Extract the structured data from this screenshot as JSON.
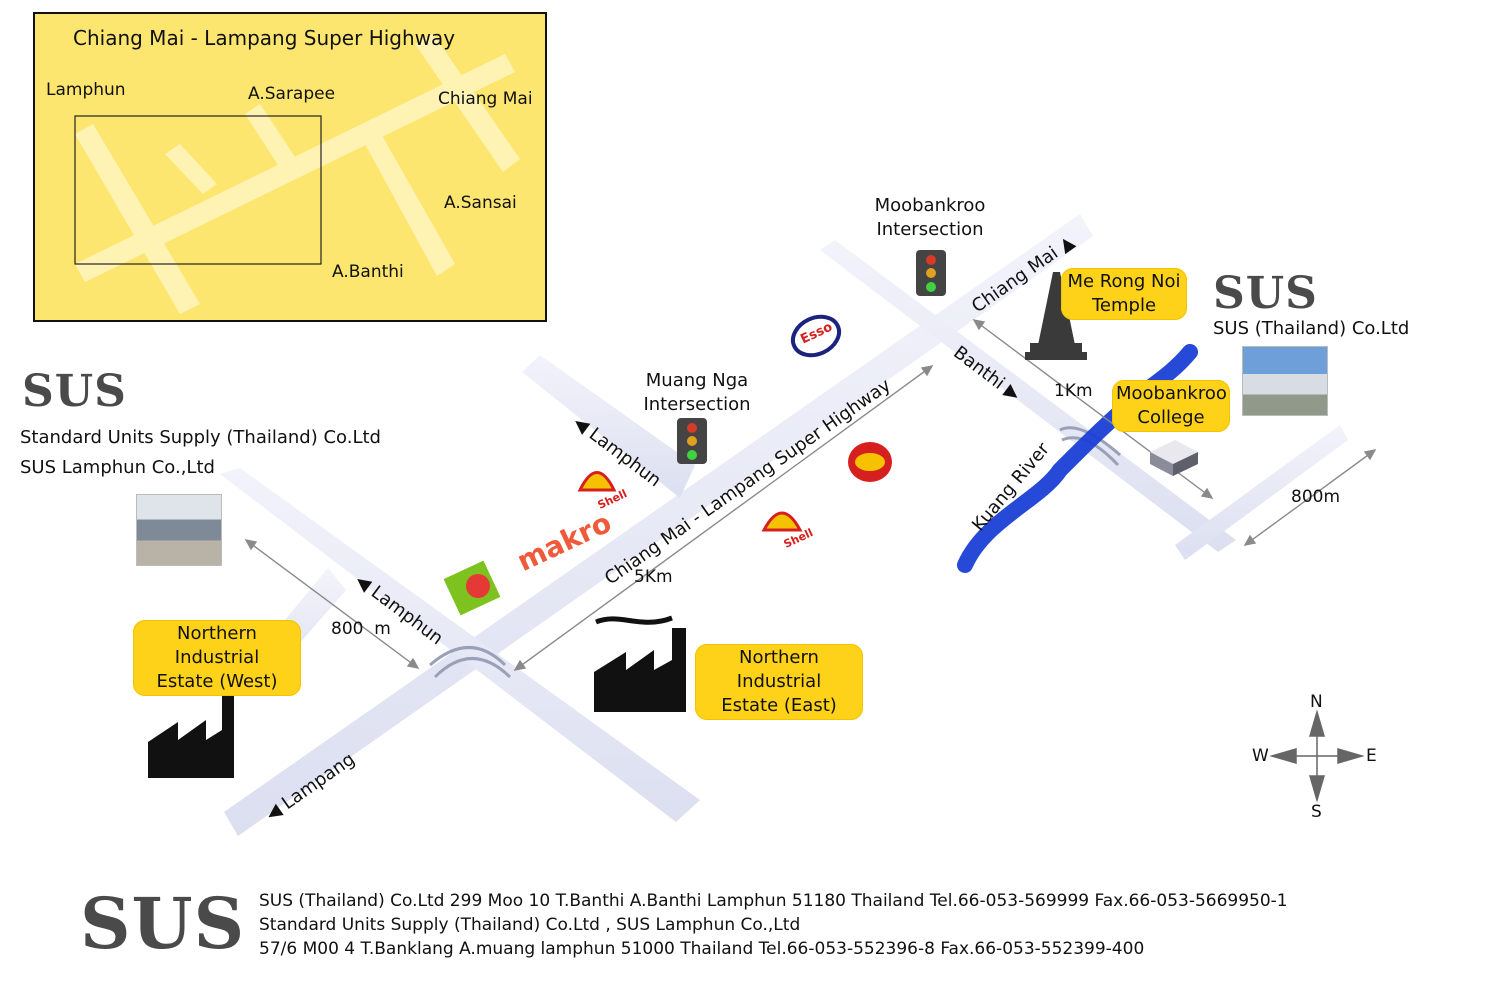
{
  "inset": {
    "title": "Chiang Mai - Lampang Super Highway",
    "places": {
      "lamphun": "Lamphun",
      "sarapee": "A.Sarapee",
      "chiang_mai": "Chiang Mai",
      "sansai": "A.Sansai",
      "banthi": "A.Banthi"
    }
  },
  "left_company": {
    "logo": "SUS",
    "line1": "Standard Units Supply (Thailand) Co.Ltd",
    "line2": "SUS Lamphun Co.,Ltd"
  },
  "right_company": {
    "logo": "SUS",
    "line1": "SUS (Thailand) Co.Ltd"
  },
  "roads": {
    "highway": "Chiang Mai - Lampang Super Highway",
    "lamphun_upper": "Lamphun",
    "lamphun_lower": "Lamphun",
    "lampang": "Lampang",
    "chiang_mai": "Chiang Mai",
    "banthi": "Banthi",
    "river": "Kuang River"
  },
  "intersections": {
    "moobankroo_l1": "Moobankroo",
    "moobankroo_l2": "Intersection",
    "muang_nga_l1": "Muang Nga",
    "muang_nga_l2": "Intersection"
  },
  "badges": {
    "temple_l1": "Me Rong Noi",
    "temple_l2": "Temple",
    "college_l1": "Moobankroo",
    "college_l2": "College",
    "nie_west_l1": "Northern Industrial",
    "nie_west_l2": "Estate (West)",
    "nie_east_l1": "Northern Industrial",
    "nie_east_l2": "Estate (East)"
  },
  "distances": {
    "one_km": "1Km",
    "five_km": "5Km",
    "eight_hundred_left": "800  m",
    "eight_hundred_right": "800m"
  },
  "brands": {
    "esso": "Esso",
    "shell": "Shell",
    "makro": "makro",
    "lays": "Lay's",
    "bigc": "Big C"
  },
  "compass": {
    "n": "N",
    "s": "S",
    "e": "E",
    "w": "W"
  },
  "footer": {
    "logo": "SUS",
    "line1": "SUS (Thailand) Co.Ltd 299 Moo 10 T.Banthi A.Banthi Lamphun 51180 Thailand Tel.66-053-569999 Fax.66-053-5669950-1",
    "line2": "Standard Units Supply (Thailand) Co.Ltd , SUS Lamphun Co.,Ltd",
    "line3": "57/6 M00 4 T.Banklang A.muang lamphun 51000 Thailand Tel.66-053-552396-8 Fax.66-053-552399-400"
  },
  "colors": {
    "road": "#e6e8f5",
    "road_edge": "#c9cde3",
    "badge": "#ffd21a",
    "inset_bg": "#fde66f",
    "river": "#1a3fd6",
    "logo_gray": "#4a4a4a"
  }
}
